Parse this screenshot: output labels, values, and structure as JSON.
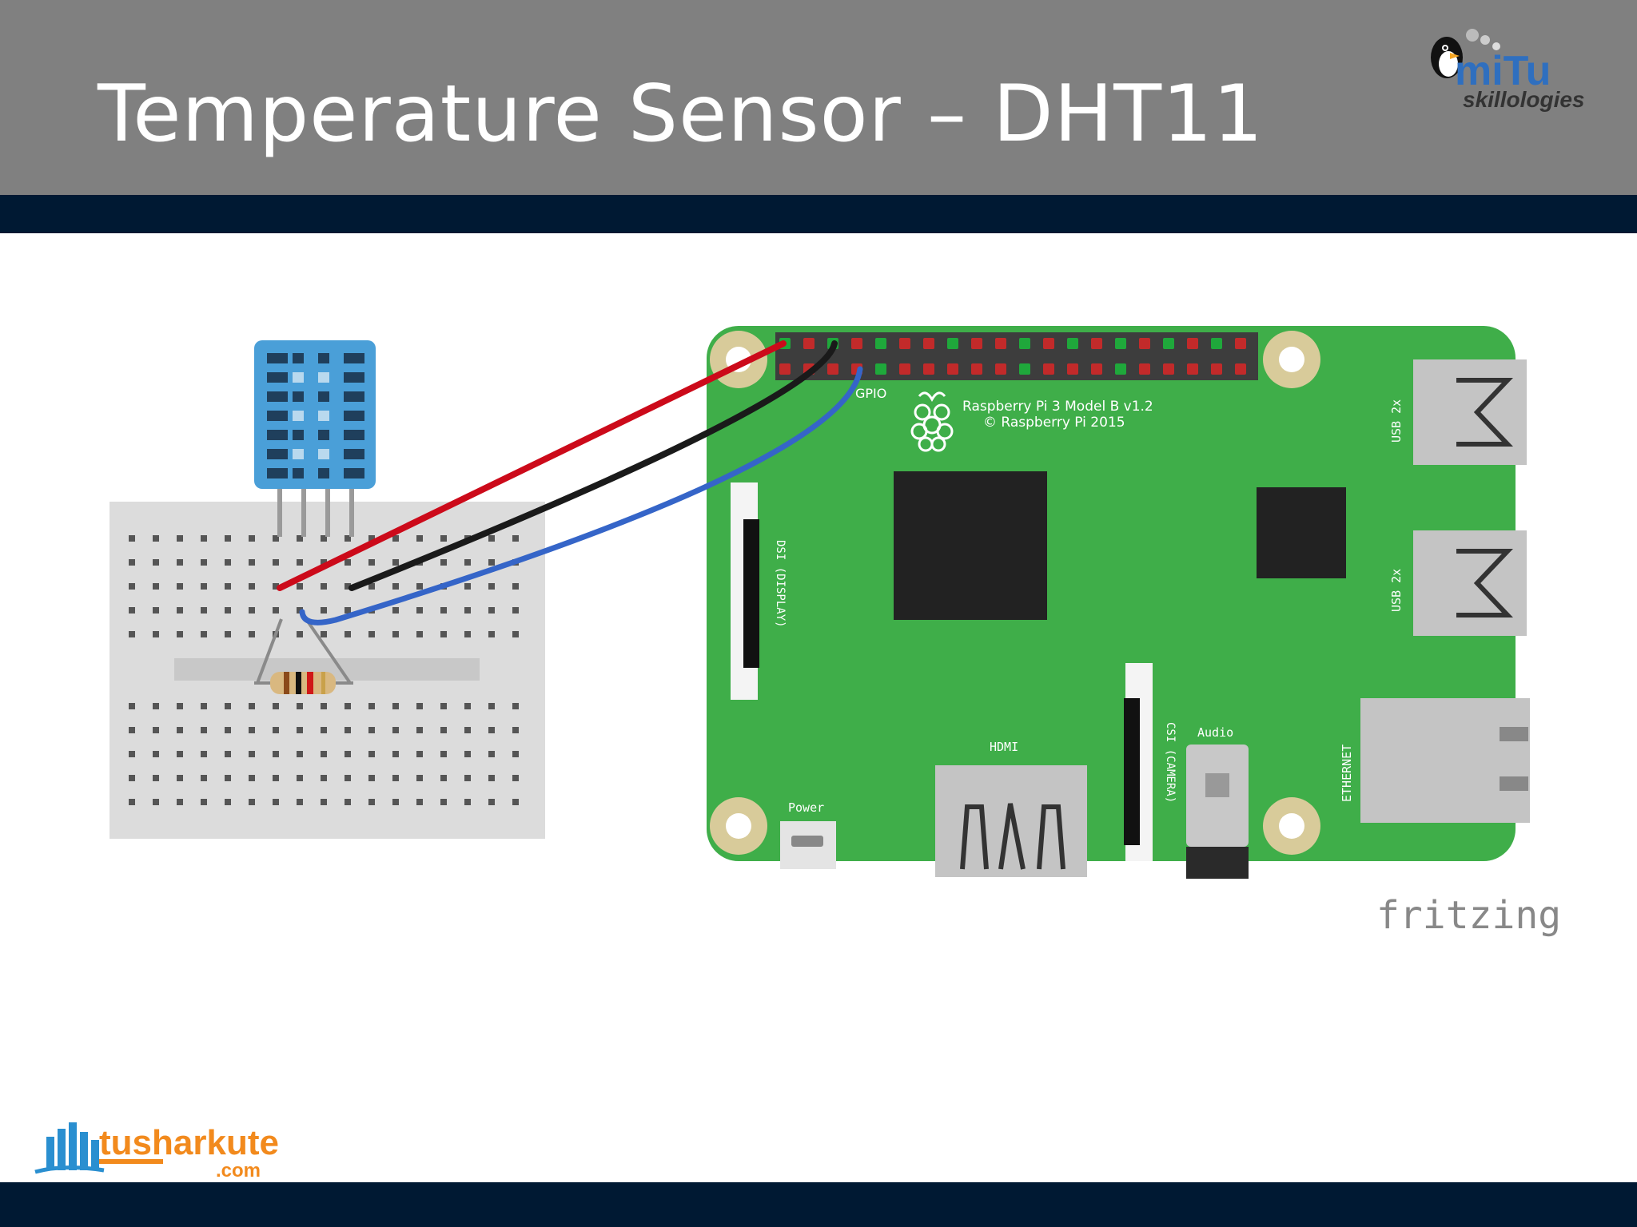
{
  "slide": {
    "title": "Temperature Sensor – DHT11"
  },
  "logos": {
    "top_right": {
      "main": "miTu",
      "sub": "skillologies"
    },
    "bottom_left": {
      "main": "tusharkute",
      "sub": ".com"
    }
  },
  "board": {
    "model": "Raspberry Pi 3 Model B v1.2",
    "copyright": "© Raspberry Pi 2015",
    "labels": {
      "gpio": "GPIO",
      "dsi": "DSI (DISPLAY)",
      "csi": "CSI (CAMERA)",
      "audio": "Audio",
      "hdmi": "HDMI",
      "power": "Power",
      "usb_top": "USB 2x",
      "usb_bottom": "USB 2x",
      "ethernet": "ETHERNET"
    }
  },
  "watermark": "fritzing",
  "colors": {
    "header": "#808080",
    "band": "#001933",
    "board": "#3fae49",
    "wire_red": "#cc0a1a",
    "wire_black": "#1a1a1a",
    "wire_blue": "#3565c8",
    "sensor": "#4a9fd8",
    "breadboard": "#dcdcdc"
  }
}
